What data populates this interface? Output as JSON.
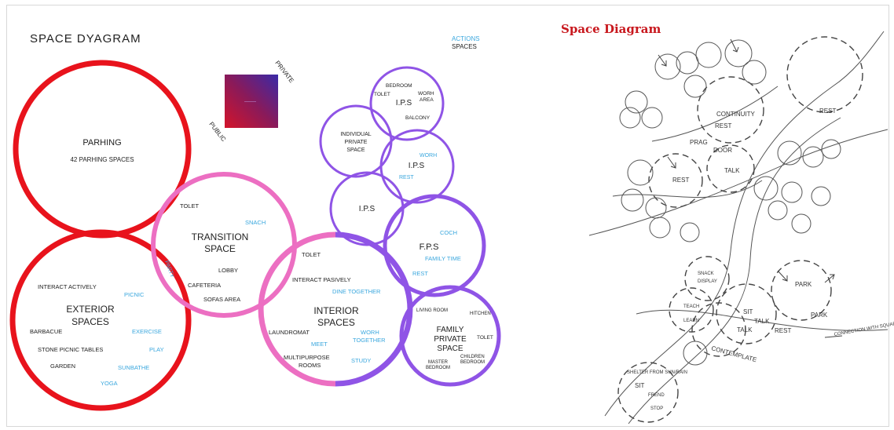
{
  "left_title": "SPACE DYAGRAM",
  "legend": {
    "actions": "ACTIONS",
    "spaces": "SPACES"
  },
  "gradient_square": {
    "private": "PRIVATE",
    "public": "PUBLIC",
    "inner": "———"
  },
  "parking": {
    "title": "PARHING",
    "subtitle": "42 PARHING SPACES"
  },
  "transition": {
    "title1": "TRANSITION",
    "title2": "SPACE",
    "items": [
      "TOLET",
      "SNACH",
      "LOBBY",
      "CAFETERIA",
      "SOFAS AREA",
      "PARTY"
    ]
  },
  "exterior": {
    "title1": "EXTERIOR",
    "title2": "SPACES",
    "items": [
      "INTERACT ACTIVELY",
      "PICNIC",
      "BARBACUE",
      "EXERCISE",
      "STONE PICNIC TABLES",
      "PLAY",
      "GARDEN",
      "SUNBATHE",
      "YOGA"
    ]
  },
  "interior": {
    "title1": "INTERIOR",
    "title2": "SPACES",
    "items": [
      "TOLET",
      "INTERACT PASIVELY",
      "DINE TOGETHER",
      "LAUNDROMAT",
      "WORH",
      "TOGETHER",
      "MEET",
      "MULTIPURPOSE",
      "ROOMS",
      "STUDY"
    ]
  },
  "ips_top": {
    "title": "I.P.S",
    "items": [
      "BEDROOM",
      "TOLET",
      "WORH",
      "AREA",
      "BALCONY"
    ]
  },
  "individual": {
    "line1": "INDIVIDUAL",
    "line2": "PRIVATE",
    "line3": "SPACE"
  },
  "ips_mid": {
    "title": "I.P.S",
    "items": [
      "WORH",
      "REST"
    ]
  },
  "ips_low": {
    "title": "I.P.S"
  },
  "fps": {
    "title": "F.P.S",
    "items": [
      "COCH",
      "FAMILY TIME",
      "REST"
    ]
  },
  "family": {
    "line1": "FAMILY",
    "line2": "PRIVATE",
    "line3": "SPACE",
    "items": [
      "LIVING ROOM",
      "HITCHEN",
      "TOLET",
      "CHILDREN",
      "BEDROOM",
      "MASTER",
      "BEDROOM"
    ]
  },
  "right_title": "Space Diagram",
  "sketch_labels": [
    "CONTINUITY",
    "REST",
    "PRAG",
    "DOOR",
    "TALK",
    "REST",
    "REST",
    "TALK",
    "PARK",
    "SIT",
    "TALK",
    "REST",
    "CONTEMPLATE",
    "PARK",
    "CONNECTION WITH SQUARE",
    "SHELTER FROM SUN/RAIN",
    "SIT",
    "FREND",
    "STOP",
    "SNACK",
    "DISPLAY",
    "TEACH",
    "LEARN"
  ],
  "colors": {
    "red": "#e8131c",
    "pink": "#ec6fc2",
    "purple": "#8f54e6",
    "blue": "#3aa7de",
    "title_red": "#c8181e"
  }
}
